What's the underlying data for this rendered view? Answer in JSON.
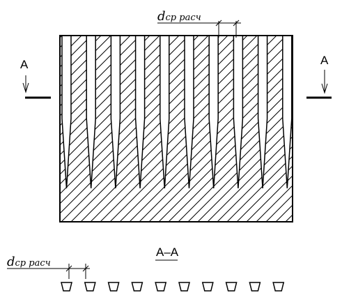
{
  "labels": {
    "dim_top_main": "d",
    "dim_top_sub": "ср расч",
    "dim_bottom_main": "d",
    "dim_bottom_sub": "ср расч",
    "section_left": "А",
    "section_right": "А",
    "section_title": "А–А"
  },
  "drawing": {
    "slot_count": 10,
    "section_count": 10
  },
  "colors": {
    "line": "#000000",
    "background": "#ffffff"
  }
}
